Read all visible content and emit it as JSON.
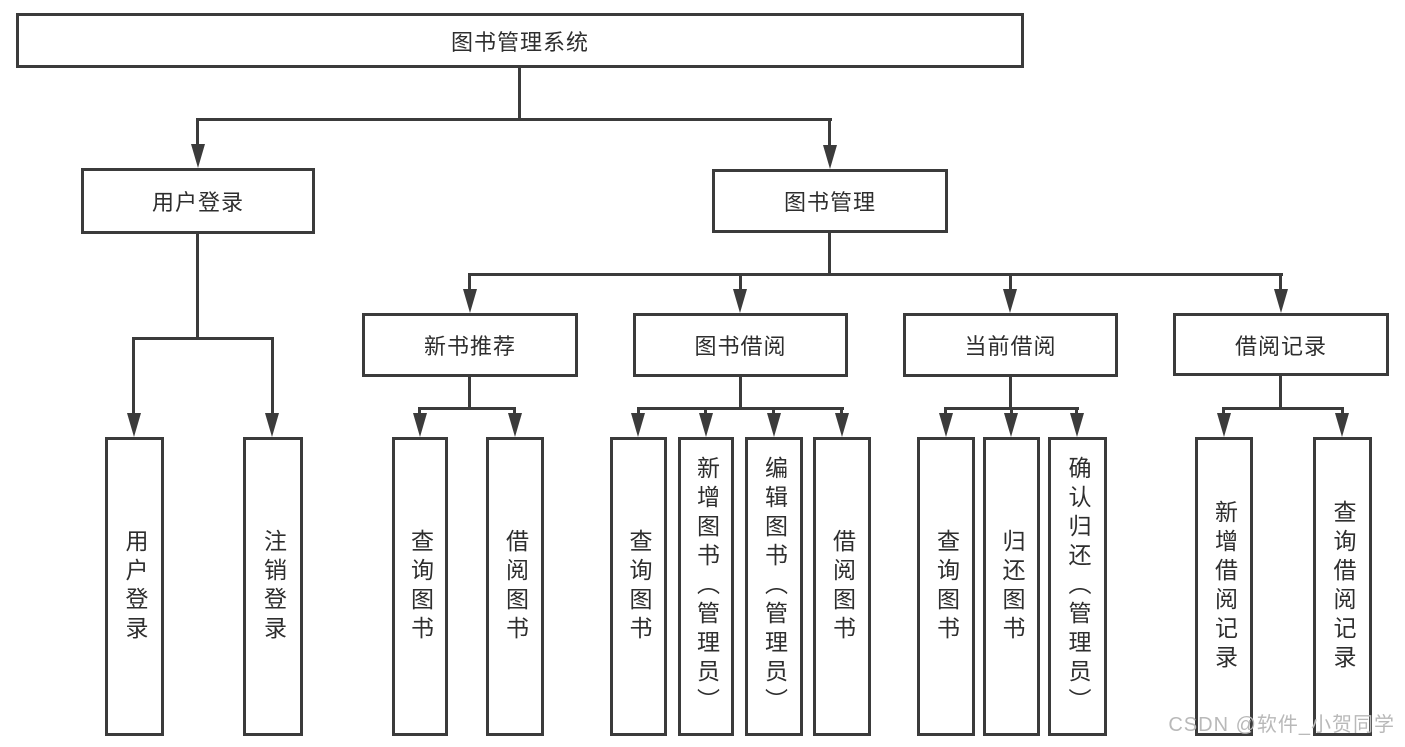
{
  "diagram": {
    "type": "functional-structure-tree",
    "tree": {
      "label": "图书管理系统",
      "children": [
        {
          "label": "用户登录",
          "children": [
            {
              "label": "用户登录"
            },
            {
              "label": "注销登录"
            }
          ]
        },
        {
          "label": "图书管理",
          "children": [
            {
              "label": "新书推荐",
              "children": [
                {
                  "label": "查询图书"
                },
                {
                  "label": "借阅图书"
                }
              ]
            },
            {
              "label": "图书借阅",
              "children": [
                {
                  "label": "查询图书"
                },
                {
                  "label": "新增图书（管理员）"
                },
                {
                  "label": "编辑图书（管理员）"
                },
                {
                  "label": "借阅图书"
                }
              ]
            },
            {
              "label": "当前借阅",
              "children": [
                {
                  "label": "查询图书"
                },
                {
                  "label": "归还图书"
                },
                {
                  "label": "确认归还（管理员）"
                }
              ]
            },
            {
              "label": "借阅记录",
              "children": [
                {
                  "label": "新增借阅记录"
                },
                {
                  "label": "查询借阅记录"
                }
              ]
            }
          ]
        }
      ]
    }
  },
  "watermark": {
    "text": "CSDN @软件_小贺同学"
  },
  "colors": {
    "line": "#3b3b3b",
    "text": "#2e2e2e",
    "background": "#ffffff",
    "watermark": "#b9b9b9"
  }
}
